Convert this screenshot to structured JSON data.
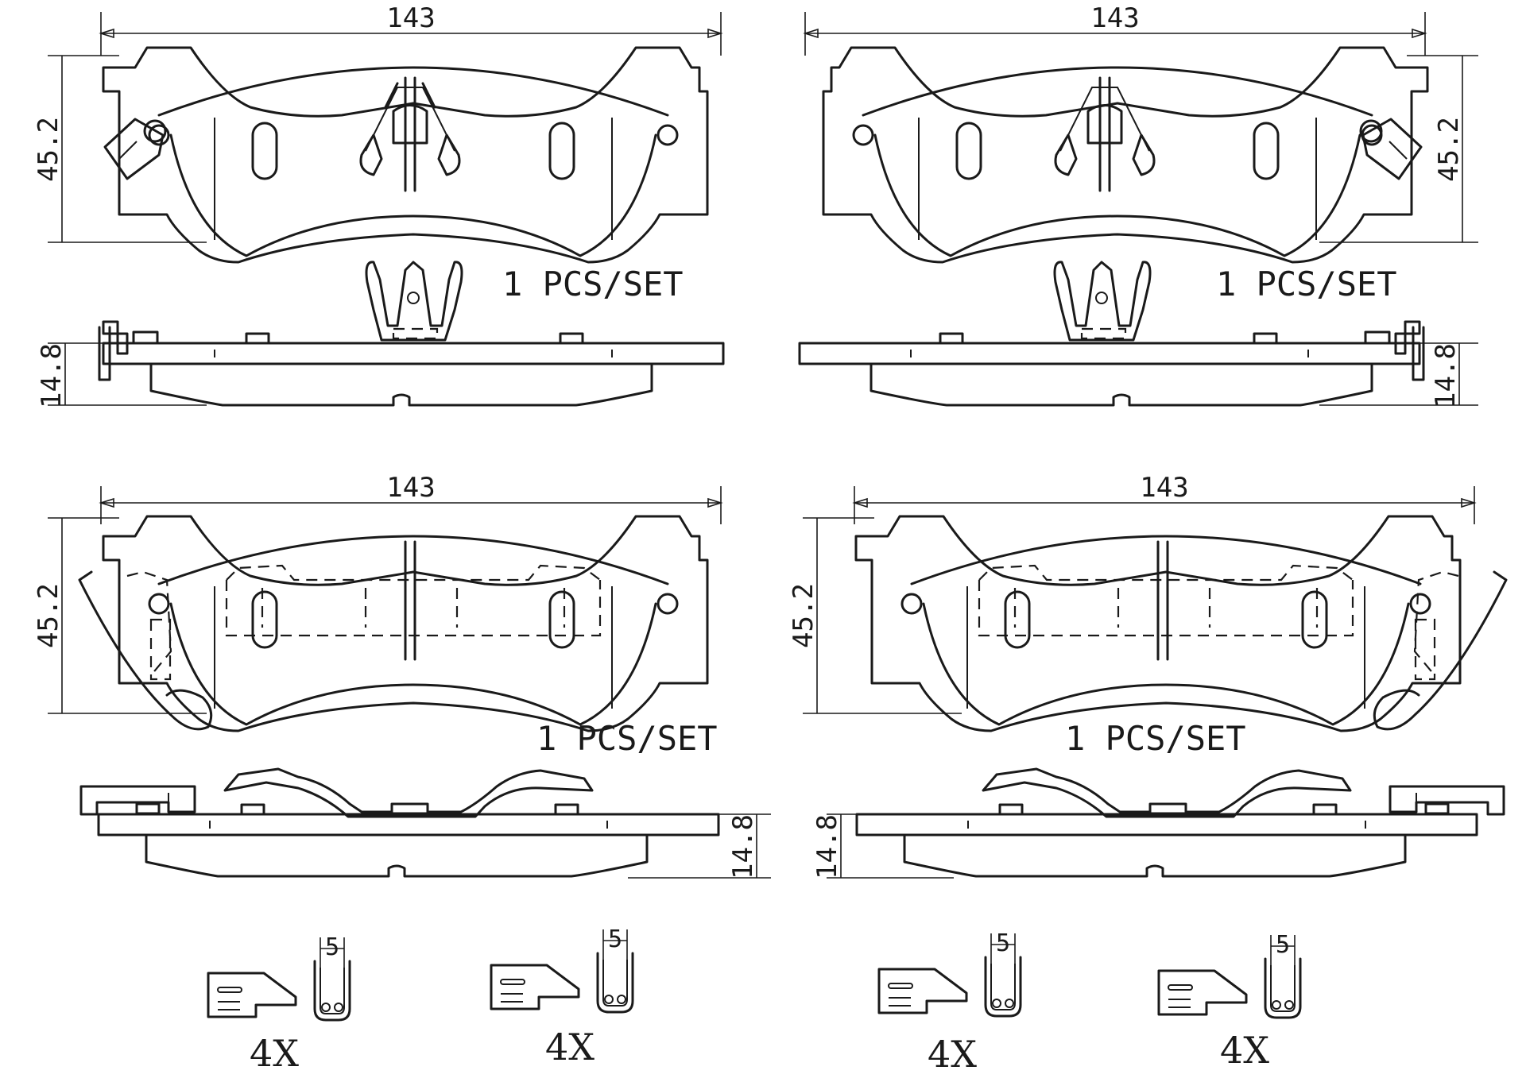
{
  "colors": {
    "line": "#1a1a1a",
    "background": "#ffffff"
  },
  "views": [
    {
      "id": "top-left",
      "width_label": "143",
      "height_label": "45.2",
      "thickness_label": "14.8",
      "set_label": "1  PCS/SET"
    },
    {
      "id": "top-right",
      "width_label": "143",
      "height_label": "45.2",
      "thickness_label": "14.8",
      "set_label": "1  PCS/SET"
    },
    {
      "id": "bottom-left",
      "width_label": "143",
      "height_label": "45.2",
      "thickness_label": "14.8",
      "set_label": "1  PCS/SET"
    },
    {
      "id": "bottom-right",
      "width_label": "143",
      "height_label": "45.2",
      "thickness_label": "14.8",
      "set_label": "1  PCS/SET"
    }
  ],
  "clips": [
    {
      "quantity": "4X",
      "dimension": "5"
    },
    {
      "quantity": "4X",
      "dimension": "5"
    },
    {
      "quantity": "4X",
      "dimension": "5"
    },
    {
      "quantity": "4X",
      "dimension": "5"
    }
  ]
}
